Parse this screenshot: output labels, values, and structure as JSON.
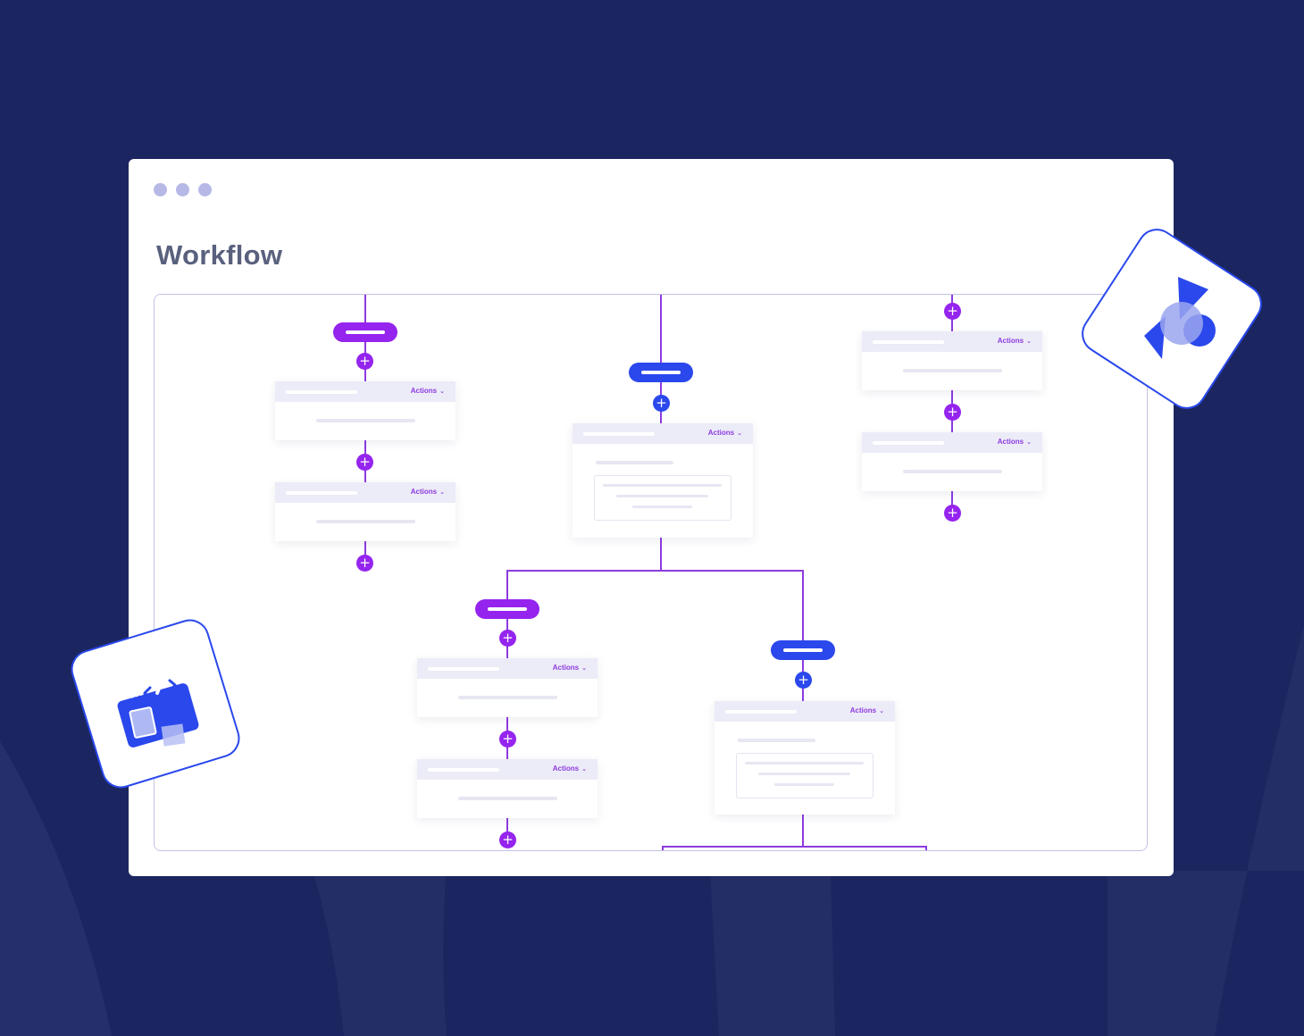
{
  "window": {
    "title": "Workflow",
    "dots": [
      "window-dot-1",
      "window-dot-2",
      "window-dot-3"
    ]
  },
  "workflow": {
    "action_label": "Actions",
    "chevron": "⌄",
    "plus": "+"
  },
  "icons": {
    "top_right_badge": "shapes-icon",
    "bottom_left_badge": "code-window-icon"
  },
  "colors": {
    "background": "#1b2660",
    "purple": "#9524ee",
    "blue": "#2a48ec",
    "card_header": "#ececf8",
    "title": "#5a617e"
  }
}
